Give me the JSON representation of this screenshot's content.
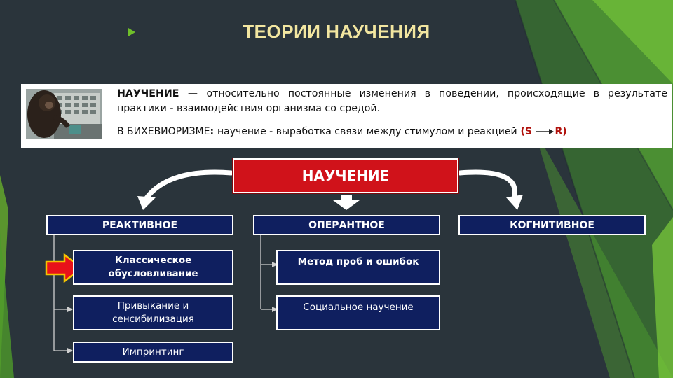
{
  "title": "ТЕОРИИ НАУЧЕНИЯ",
  "definition": {
    "term": "НАУЧЕНИЕ",
    "dash": " — ",
    "text": "относительно постоянные изменения в поведении, происходящие в результате практики - взаимодействия организма со средой."
  },
  "behaviorism": {
    "lead": "В БИХЕВИОРИЗМЕ",
    "colon": ": ",
    "text": "научение - выработка связи между стимулом и реакцией",
    "open": " (S",
    "close": "R)"
  },
  "diagram": {
    "main": "НАУЧЕНИЕ",
    "categories": [
      {
        "label": "РЕАКТИВНОЕ",
        "items": [
          "Классическое обусловливание",
          "Привыкание и сенсибилизация",
          "Импринтинг"
        ]
      },
      {
        "label": "ОПЕРАНТНОЕ",
        "items": [
          "Метод проб и ошибок",
          "Социальное научение"
        ]
      },
      {
        "label": "КОГНИТИВНОЕ",
        "items": []
      }
    ]
  },
  "colors": {
    "background": "#2a343b",
    "title": "#f2e6a0",
    "main_box": "#d0121a",
    "category_box": "#0f1f5f",
    "highlight_arrow": "#e8121a",
    "accent_green": "#6fbf2a"
  }
}
